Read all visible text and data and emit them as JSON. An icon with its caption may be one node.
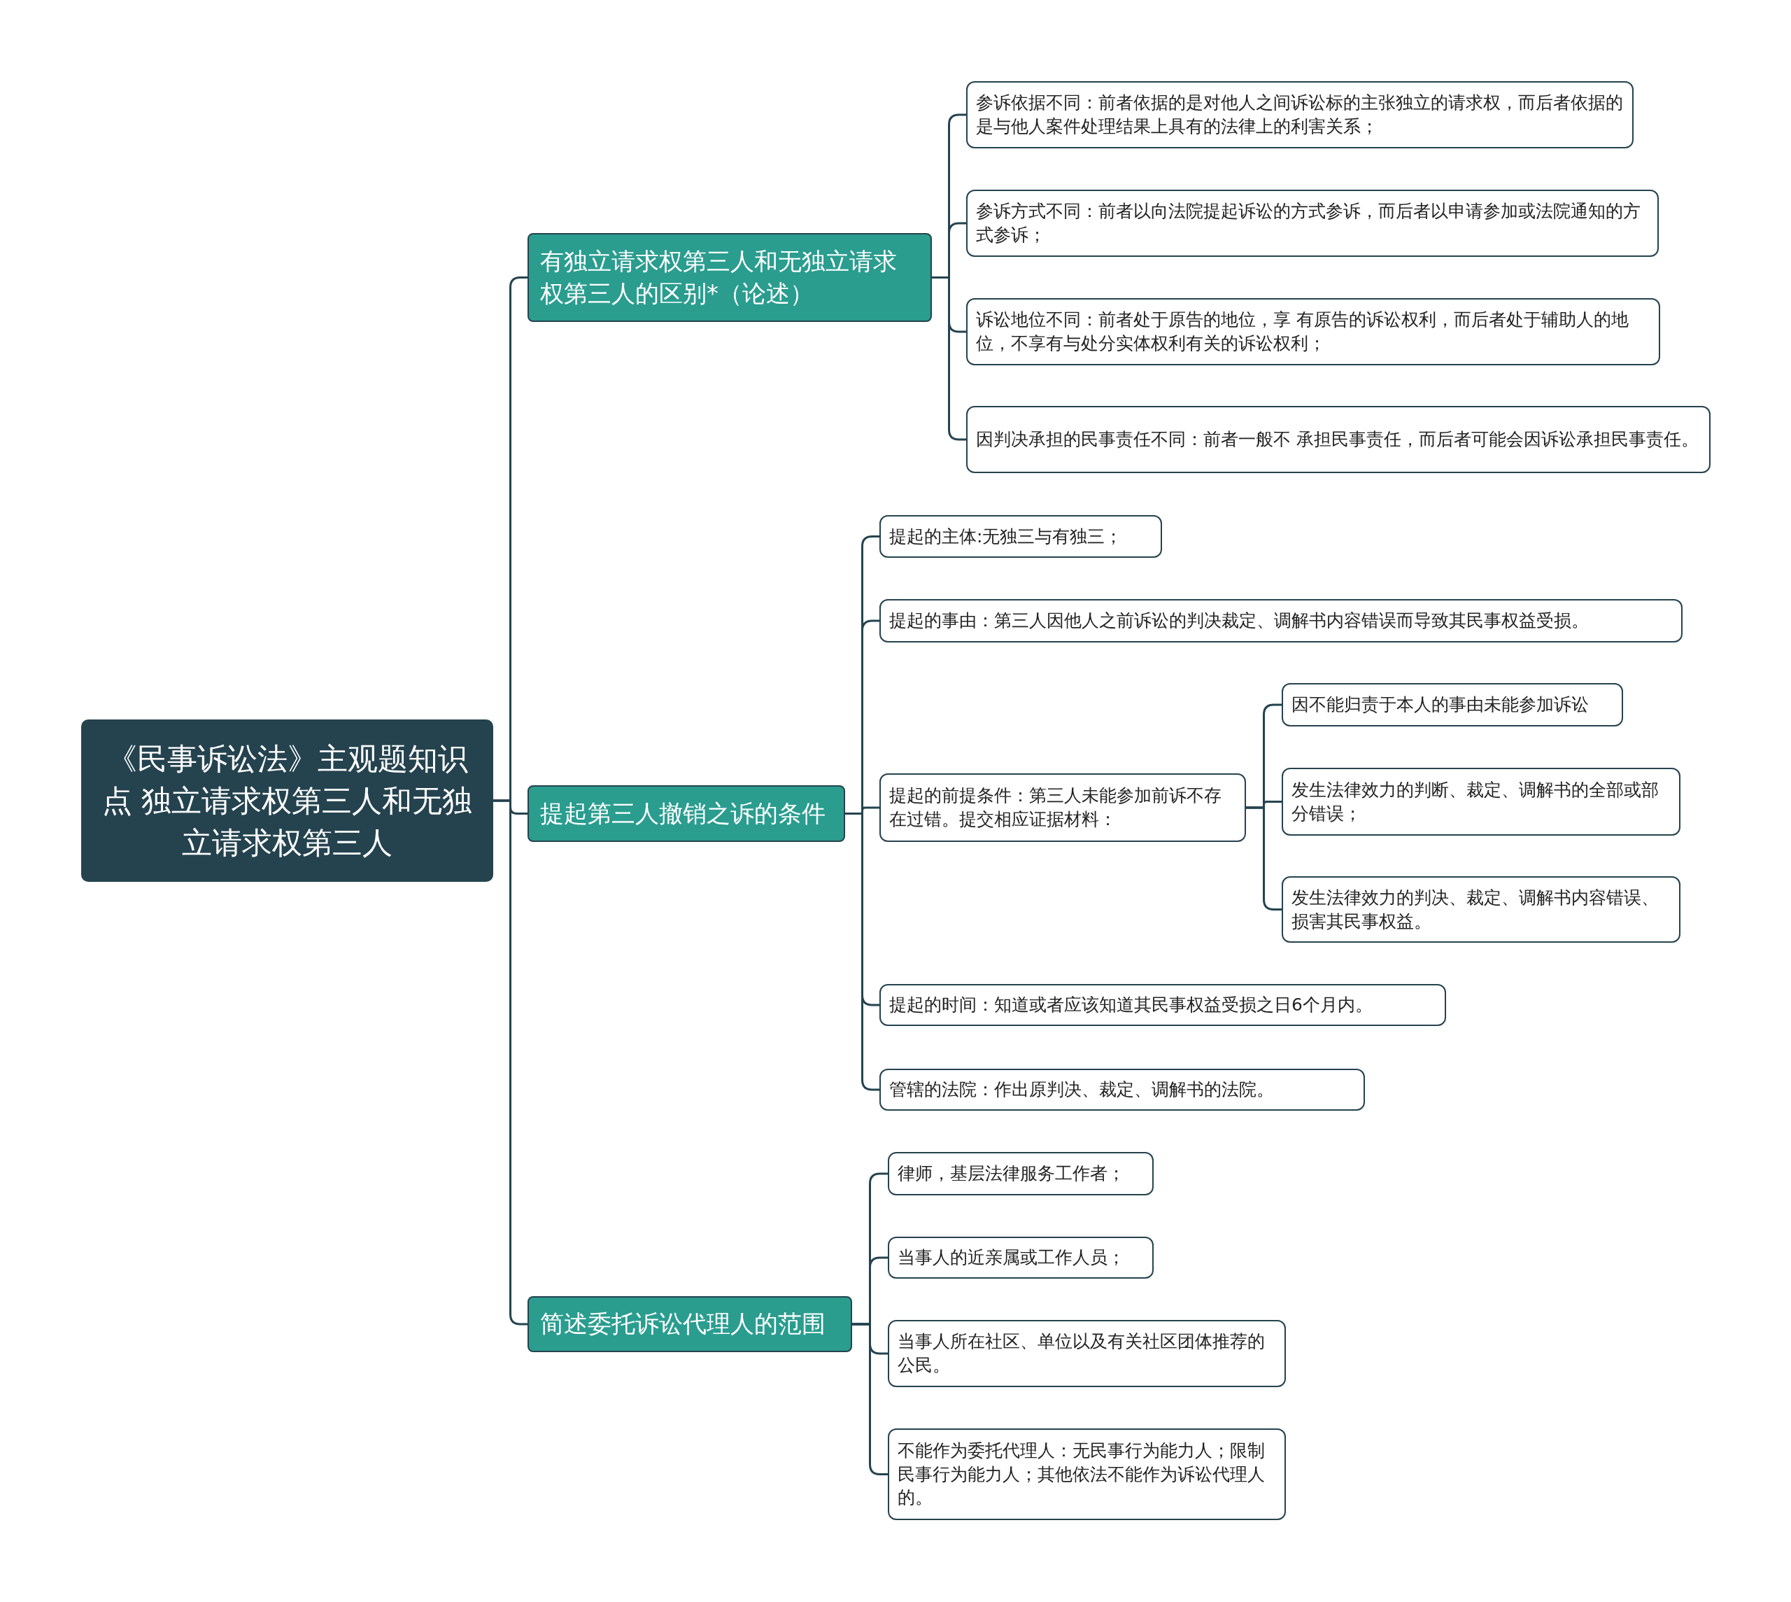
{
  "diagram": {
    "nodes": [
      {
        "text": [
          "《民事诉讼法》主观题知识点 独立请求权第三人和无独立请求权第三人"
        ]
      },
      {
        "text": [
          "有独立请求权第三人和无独立请求权第三人的区别*（论述）"
        ]
      },
      {
        "text": [
          "参诉依据不同：前者依据的是对他人之间诉讼标的主张独立的请求权，而后者依据的是与他人案件处理结果上具有的法律上的利害关系；"
        ]
      },
      {
        "text": [
          "参诉方式不同：前者以向法院提起诉讼的方式参诉，而后者以申请参加或法院通知的方式参诉；"
        ]
      },
      {
        "text": [
          "诉讼地位不同：前者处于原告的地位，享 有原告的诉讼权利，而后者处于辅助人的地位，不享有与处分实体权利有关的诉讼权利；"
        ]
      },
      {
        "text": [
          "因判决承担的民事责任不同：前者一般不 承担民事责任，而后者可能会因诉讼承担民事责任。"
        ]
      },
      {
        "text": [
          "提起第三人撤销之诉的条件"
        ]
      },
      {
        "text": [
          "提起的主体:无独三与有独三；"
        ]
      },
      {
        "text": [
          "提起的事由：第三人因他人之前诉讼的判决裁定、调解书内容错误而导致其民事权益受损。"
        ]
      },
      {
        "text": [
          "提起的前提条件：第三人未能参加前诉不存在过错。提交相应证据材料："
        ]
      },
      {
        "text": [
          "因不能归责于本人的事由未能参加诉讼"
        ]
      },
      {
        "text": [
          "发生法律效力的判断、裁定、调解书的全部或部分错误；"
        ]
      },
      {
        "text": [
          "发生法律效力的判决、裁定、调解书内容错误、损害其民事权益。"
        ]
      },
      {
        "text": [
          "提起的时间：知道或者应该知道其民事权益受损之日6个月内。"
        ]
      },
      {
        "text": [
          "管辖的法院：作出原判决、裁定、调解书的法院。"
        ]
      },
      {
        "text": [
          "简述委托诉讼代理人的范围"
        ]
      },
      {
        "text": [
          "律师，基层法律服务工作者；"
        ]
      },
      {
        "text": [
          "当事人的近亲属或工作人员；"
        ]
      },
      {
        "text": [
          "当事人所在社区、单位以及有关社区团体推荐的公民。"
        ]
      },
      {
        "text": [
          "不能作为委托代理人：无民事行为能力人；限制民事行为能力人；其他依法不能作为诉讼代理人的。"
        ]
      }
    ],
    "edges": [
      {
        "from": 0,
        "to": 1,
        "arrow": "none"
      },
      {
        "from": 0,
        "to": 6,
        "arrow": "none"
      },
      {
        "from": 0,
        "to": 15,
        "arrow": "none"
      },
      {
        "from": 1,
        "to": 2,
        "arrow": "none"
      },
      {
        "from": 1,
        "to": 3,
        "arrow": "none"
      },
      {
        "from": 1,
        "to": 4,
        "arrow": "none"
      },
      {
        "from": 1,
        "to": 5,
        "arrow": "none"
      },
      {
        "from": 6,
        "to": 7,
        "arrow": "none"
      },
      {
        "from": 6,
        "to": 8,
        "arrow": "none"
      },
      {
        "from": 6,
        "to": 9,
        "arrow": "none"
      },
      {
        "from": 6,
        "to": 13,
        "arrow": "none"
      },
      {
        "from": 6,
        "to": 14,
        "arrow": "none"
      },
      {
        "from": 9,
        "to": 10,
        "arrow": "none"
      },
      {
        "from": 9,
        "to": 11,
        "arrow": "none"
      },
      {
        "from": 9,
        "to": 12,
        "arrow": "none"
      },
      {
        "from": 15,
        "to": 16,
        "arrow": "none"
      },
      {
        "from": 15,
        "to": 17,
        "arrow": "none"
      },
      {
        "from": 15,
        "to": 18,
        "arrow": "none"
      },
      {
        "from": 15,
        "to": 19,
        "arrow": "none"
      }
    ]
  }
}
